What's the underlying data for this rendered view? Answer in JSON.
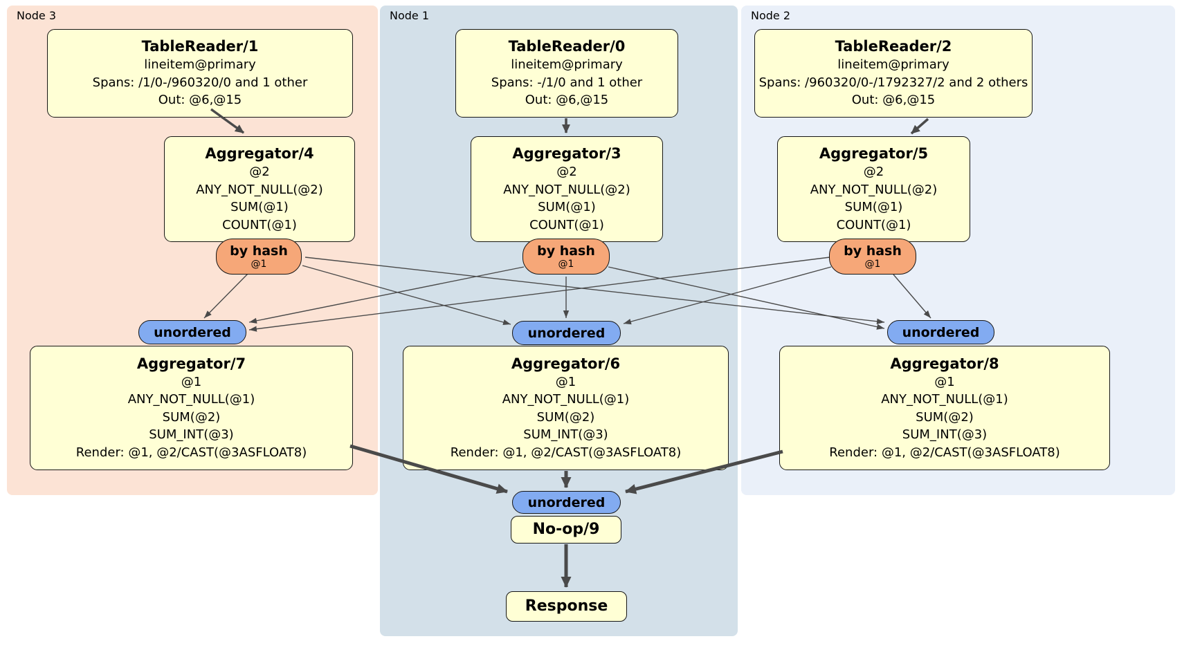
{
  "diagram_type": "distsql-physical-plan",
  "colors": {
    "node3_region": "#fce3d5",
    "node1_region": "#d3e0e9",
    "node2_region": "#eaf0f9",
    "processor_fill": "#ffffd5",
    "router_fill": "#f6a778",
    "stream_fill": "#82abf1",
    "edge_stroke": "#4a4a4a",
    "border": "#151515"
  },
  "nodes": {
    "node3": {
      "label": "Node 3",
      "tablereader": {
        "title": "TableReader/1",
        "rows": [
          "lineitem@primary",
          "Spans: /1/0-/960320/0 and 1 other",
          "Out: @6,@15"
        ]
      },
      "aggregator_top": {
        "title": "Aggregator/4",
        "rows": [
          "@2",
          "ANY_NOT_NULL(@2)",
          "SUM(@1)",
          "COUNT(@1)"
        ]
      },
      "router": {
        "label": "by hash",
        "detail": "@1"
      },
      "stream": {
        "label": "unordered"
      },
      "aggregator_bottom": {
        "title": "Aggregator/7",
        "rows": [
          "@1",
          "ANY_NOT_NULL(@1)",
          "SUM(@2)",
          "SUM_INT(@3)",
          "Render: @1, @2/CAST(@3ASFLOAT8)"
        ]
      }
    },
    "node1": {
      "label": "Node 1",
      "tablereader": {
        "title": "TableReader/0",
        "rows": [
          "lineitem@primary",
          "Spans: -/1/0 and 1 other",
          "Out: @6,@15"
        ]
      },
      "aggregator_top": {
        "title": "Aggregator/3",
        "rows": [
          "@2",
          "ANY_NOT_NULL(@2)",
          "SUM(@1)",
          "COUNT(@1)"
        ]
      },
      "router": {
        "label": "by hash",
        "detail": "@1"
      },
      "stream": {
        "label": "unordered"
      },
      "aggregator_bottom": {
        "title": "Aggregator/6",
        "rows": [
          "@1",
          "ANY_NOT_NULL(@1)",
          "SUM(@2)",
          "SUM_INT(@3)",
          "Render: @1, @2/CAST(@3ASFLOAT8)"
        ]
      },
      "final_stream": {
        "label": "unordered"
      },
      "noop": {
        "title": "No-op/9"
      },
      "response": {
        "title": "Response"
      }
    },
    "node2": {
      "label": "Node 2",
      "tablereader": {
        "title": "TableReader/2",
        "rows": [
          "lineitem@primary",
          "Spans: /960320/0-/1792327/2 and 2 others",
          "Out: @6,@15"
        ]
      },
      "aggregator_top": {
        "title": "Aggregator/5",
        "rows": [
          "@2",
          "ANY_NOT_NULL(@2)",
          "SUM(@1)",
          "COUNT(@1)"
        ]
      },
      "router": {
        "label": "by hash",
        "detail": "@1"
      },
      "stream": {
        "label": "unordered"
      },
      "aggregator_bottom": {
        "title": "Aggregator/8",
        "rows": [
          "@1",
          "ANY_NOT_NULL(@1)",
          "SUM(@2)",
          "SUM_INT(@3)",
          "Render: @1, @2/CAST(@3ASFLOAT8)"
        ]
      }
    }
  },
  "edges": [
    {
      "from": "TableReader/1",
      "to": "Aggregator/4"
    },
    {
      "from": "TableReader/0",
      "to": "Aggregator/3"
    },
    {
      "from": "TableReader/2",
      "to": "Aggregator/5"
    },
    {
      "from": "Aggregator/4 by hash",
      "to": "unordered Aggregator/7"
    },
    {
      "from": "Aggregator/4 by hash",
      "to": "unordered Aggregator/6"
    },
    {
      "from": "Aggregator/4 by hash",
      "to": "unordered Aggregator/8"
    },
    {
      "from": "Aggregator/3 by hash",
      "to": "unordered Aggregator/7"
    },
    {
      "from": "Aggregator/3 by hash",
      "to": "unordered Aggregator/6"
    },
    {
      "from": "Aggregator/3 by hash",
      "to": "unordered Aggregator/8"
    },
    {
      "from": "Aggregator/5 by hash",
      "to": "unordered Aggregator/7"
    },
    {
      "from": "Aggregator/5 by hash",
      "to": "unordered Aggregator/6"
    },
    {
      "from": "Aggregator/5 by hash",
      "to": "unordered Aggregator/8"
    },
    {
      "from": "Aggregator/7",
      "to": "unordered No-op/9"
    },
    {
      "from": "Aggregator/6",
      "to": "unordered No-op/9"
    },
    {
      "from": "Aggregator/8",
      "to": "unordered No-op/9"
    },
    {
      "from": "No-op/9",
      "to": "Response"
    }
  ]
}
